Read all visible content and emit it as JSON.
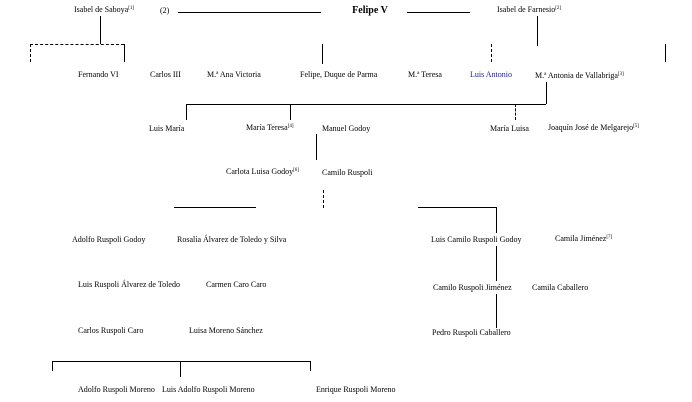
{
  "top": {
    "left": "Isabel de Saboya",
    "left_sup": "[1]",
    "mid": "(2)",
    "center": "Felipe V",
    "right": "Isabel de Farnesio",
    "right_sup": "[2]"
  },
  "gen2": {
    "fernando": "Fernando VI",
    "carlos": "Carlos III",
    "maria_ana": "M.ª Ana Victoria",
    "felipe_duque": "Felipe, Duque de Parma",
    "maria_teresa": "M.ª Teresa",
    "luis_antonio": "Luis Antonio",
    "maria_antonia": "M.ª Antonia de Vallabriga",
    "maria_antonia_sup": "[3]"
  },
  "gen3": {
    "luis_maria": "Luis María",
    "maria_teresa_b": "María Teresa",
    "maria_teresa_b_sup": "[4]",
    "manuel_godoy": "Manuel Godoy",
    "maria_luisa": "María Luisa",
    "joaquin": "Joaquín José de Melgarejo",
    "joaquin_sup": "[5]"
  },
  "gen4": {
    "carlota": "Carlota Luisa Godoy",
    "carlota_sup": "[6]",
    "camilo": "Camilo Ruspoli"
  },
  "gen5": {
    "adolfo": "Adolfo Ruspoli Godoy",
    "rosalia": "Rosalía Álvarez de Toledo y Silva",
    "luis_ruspoli": "Luis Ruspoli Álvarez de Toledo",
    "carmen": "Carmen Caro Caro",
    "carlos_ruspoli": "Carlos Ruspoli Caro",
    "luisa": "Luisa Moreno Sánchez",
    "luis_camilo": "Luis Camilo Ruspoli Godoy",
    "camila": "Camila Jiménez",
    "camila_sup": "[7]",
    "camilo_b": "Camilo Ruspoli Jiménez",
    "camila_b": "Camila Caballero",
    "pedro": "Pedro Ruspoli Caballero"
  },
  "gen6": {
    "a": "Adolfo Ruspoli Moreno",
    "b": "Luis Adolfo Ruspoli Moreno",
    "c": "Enrique Ruspoli Moreno"
  }
}
